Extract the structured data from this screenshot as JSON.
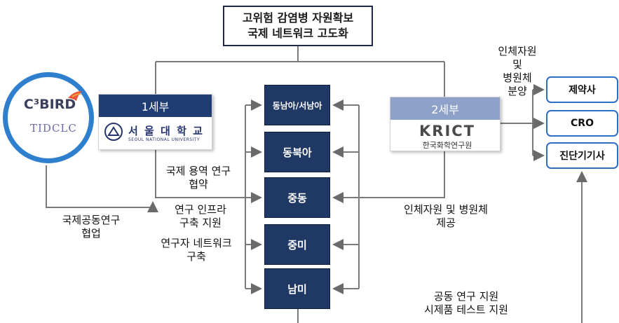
{
  "title": {
    "line1": "고위험 감염병 자원확보",
    "line2": "국제 네트워크 고도화"
  },
  "regions": [
    {
      "label": "동남아/서남아"
    },
    {
      "label": "동북아"
    },
    {
      "label": "중동"
    },
    {
      "label": "중미"
    },
    {
      "label": "남미"
    }
  ],
  "subproject1": {
    "header": "1세부",
    "institution_ko": "서 울 대 학 교",
    "institution_en": "SEOUL NATIONAL UNIVERSITY"
  },
  "subproject2": {
    "header": "2세부",
    "logo_text": "KRICT",
    "institution_ko": "한국화학연구원"
  },
  "c3bird": {
    "logo_text": "C³BIRD",
    "sub_logo_text": "TIDCLC"
  },
  "partners": [
    {
      "label": "제약사"
    },
    {
      "label": "CRO"
    },
    {
      "label": "진단기기사"
    }
  ],
  "labels": {
    "top_right": {
      "line1": "인체자원",
      "line2": "및",
      "line3": "병원체",
      "line4": "분양"
    },
    "contract": {
      "line1": "국제 용역 연구",
      "line2": "협약"
    },
    "infra": {
      "line1": "연구 인프라",
      "line2": "구축 지원"
    },
    "network": {
      "line1": "연구자 네트워크",
      "line2": "구축"
    },
    "collab": {
      "line1": "국제공동연구",
      "line2": "협업"
    },
    "provide": {
      "line1": "인체자원 및 병원체",
      "line2": "제공"
    },
    "joint": {
      "line1": "공동 연구 지원",
      "line2": "시제품 테스트 지원"
    }
  },
  "colors": {
    "region_fill": "#1f3864",
    "sub1_header": "#1f3c73",
    "sub2_header": "#8ea1c9",
    "partner_border": "#2f6fc0",
    "circle_border": "#2f7fcf",
    "krict_green": "#2eaa5c"
  }
}
